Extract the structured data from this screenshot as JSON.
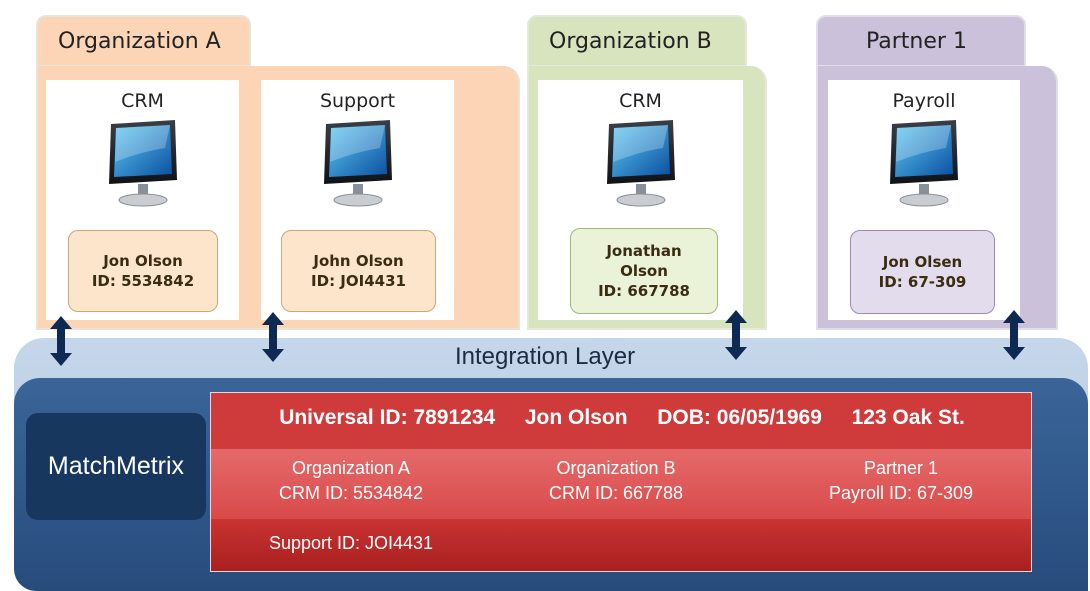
{
  "orgs": [
    {
      "name": "Organization A",
      "systems": [
        {
          "title": "CRM",
          "card": [
            "Jon Olson",
            "ID: 5534842"
          ]
        },
        {
          "title": "Support",
          "card": [
            "John Olson",
            "ID: JOI4431"
          ]
        }
      ]
    },
    {
      "name": "Organization B",
      "systems": [
        {
          "title": "CRM",
          "card": [
            "Jonathan",
            "Olson",
            "ID: 667788"
          ]
        }
      ]
    },
    {
      "name": "Partner 1",
      "systems": [
        {
          "title": "Payroll",
          "card": [
            "Jon Olsen",
            "ID: 67-309"
          ]
        }
      ]
    }
  ],
  "integration_layer": "Integration Layer",
  "matchmetrix": "MatchMetrix",
  "record": {
    "universal_id_label": "Universal ID:",
    "universal_id": "7891234",
    "name": "Jon Olson",
    "dob_label": "DOB:",
    "dob": "06/05/1969",
    "address": "123 Oak St.",
    "sources": [
      {
        "org": "Organization A",
        "id": "CRM ID: 5534842"
      },
      {
        "org": "Organization B",
        "id": "CRM ID: 667788"
      },
      {
        "org": "Partner 1",
        "id": "Payroll ID: 67-309"
      }
    ],
    "extra": "Support ID: JOI4431"
  },
  "colors": {
    "org_a": "#fbd5b5",
    "org_b": "#d7e4bd",
    "partner": "#ccc1da",
    "layer_outer": "#b8cce4",
    "layer_inner": "#2d5587",
    "matchmetrix": "#17375e",
    "record_header": "#c0392b",
    "record_body": "#d94545",
    "arrow": "#0f2a52"
  }
}
